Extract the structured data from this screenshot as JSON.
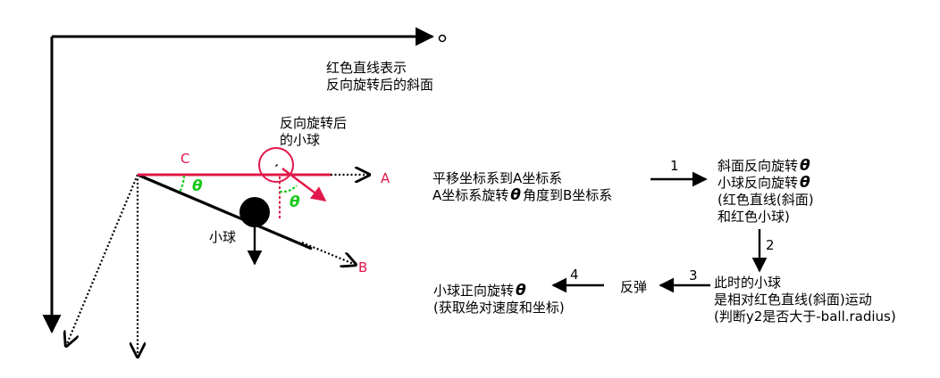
{
  "colors": {
    "ink": "#000000",
    "red": "#e2184a",
    "green": "#19c81c"
  },
  "origin_label": "o",
  "note": {
    "line1": "红色直线表示",
    "line2": "反向旋转后的斜面"
  },
  "rotated_ball_caption": {
    "line1": "反向旋转后",
    "line2": "的小球"
  },
  "points": {
    "a": "A",
    "b": "B",
    "c": "C"
  },
  "theta": "θ",
  "ball_label": "小球",
  "steps": {
    "translate": {
      "line1": "平移坐标系到A坐标系",
      "line2_prefix": "A坐标系旋转",
      "line2_suffix": "角度到B坐标系"
    },
    "reverse_rotate": {
      "line1_prefix": "斜面反向旋转",
      "line2_prefix": "小球反向旋转",
      "line3": "(红色直线(斜面)",
      "line4": "和红色小球)"
    },
    "current_ball": {
      "line1": "此时的小球",
      "line2": "是相对红色直线(斜面)运动",
      "line3": "(判断y2是否大于-ball.radius)"
    },
    "bounce": "反弹",
    "forward_rotate": {
      "line1_prefix": "小球正向旋转",
      "line2": "(获取绝对速度和坐标)"
    }
  },
  "arrow_numbers": {
    "one": "1",
    "two": "2",
    "three": "3",
    "four": "4"
  }
}
